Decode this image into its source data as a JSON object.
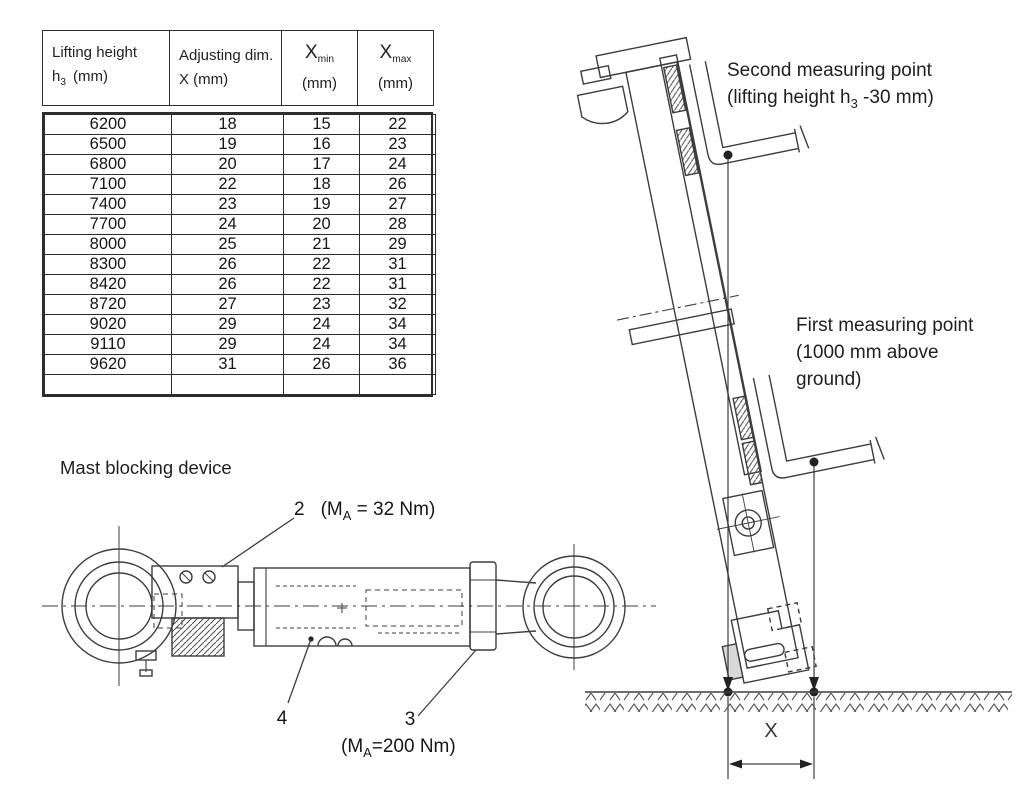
{
  "page": {
    "bg": "#ffffff",
    "ink": "#1f1f1f",
    "line_color": "#3d3d3d"
  },
  "table": {
    "col1": {
      "line1": "Lifting height",
      "sym": "h",
      "sub": "3",
      "unit": "(mm)"
    },
    "col2": {
      "line1": "Adjusting dim.",
      "line2": "X (mm)"
    },
    "col3": {
      "sym": "X",
      "sub": "min",
      "unit": "(mm)"
    },
    "col4": {
      "sym": "X",
      "sub": "max",
      "unit": "(mm)"
    },
    "rows": [
      [
        "6200",
        "18",
        "15",
        "22"
      ],
      [
        "6500",
        "19",
        "16",
        "23"
      ],
      [
        "6800",
        "20",
        "17",
        "24"
      ],
      [
        "7100",
        "22",
        "18",
        "26"
      ],
      [
        "7400",
        "23",
        "19",
        "27"
      ],
      [
        "7700",
        "24",
        "20",
        "28"
      ],
      [
        "8000",
        "25",
        "21",
        "29"
      ],
      [
        "8300",
        "26",
        "22",
        "31"
      ],
      [
        "8420",
        "26",
        "22",
        "31"
      ],
      [
        "8720",
        "27",
        "23",
        "32"
      ],
      [
        "9020",
        "29",
        "24",
        "34"
      ],
      [
        "9110",
        "29",
        "24",
        "34"
      ],
      [
        "9620",
        "31",
        "26",
        "36"
      ],
      [
        "",
        "",
        "",
        ""
      ]
    ]
  },
  "annotations": {
    "second_point_line1": "Second measuring point",
    "second_point_line2_pre": "(lifting height h",
    "second_point_line2_sub": "3",
    "second_point_line2_post": " -30 mm)",
    "first_point_line1": "First measuring point",
    "first_point_line2": "(1000 mm above",
    "first_point_line3": "ground)",
    "device_title": "Mast blocking device",
    "label2": "2",
    "label2_torque_pre": "(M",
    "label2_torque_sub": "A",
    "label2_torque_post": " = 32 Nm)",
    "label3": "3",
    "label3_torque_pre": "(M",
    "label3_torque_sub": "A",
    "label3_torque_post": "=200 Nm)",
    "label4": "4",
    "x_dimension": "X"
  }
}
